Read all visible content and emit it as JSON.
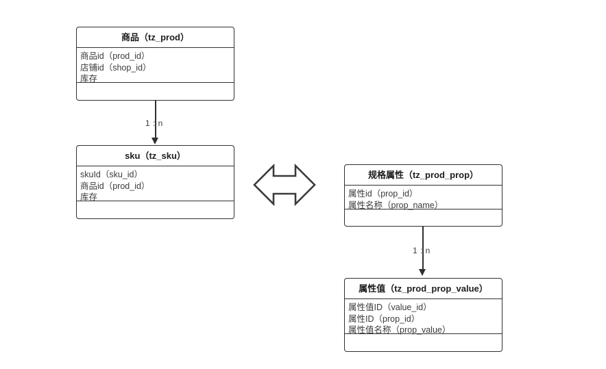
{
  "diagram": {
    "title_visible": false,
    "background_color": "#ffffff",
    "line_color": "#2f2f2f",
    "text_color": "#3a3a3a",
    "entities": [
      {
        "id": "tz_prod",
        "header_cjk": "商品",
        "header_code": "（tz_prod）",
        "attributes": [
          "商品id（prod_id）",
          "店铺id（shop_id）",
          "库存"
        ]
      },
      {
        "id": "tz_sku",
        "header_cjk": "sku",
        "header_code": "（tz_sku）",
        "attributes": [
          "skuId（sku_id）",
          "商品id（prod_id）",
          "库存"
        ]
      },
      {
        "id": "tz_prod_prop",
        "header_cjk": "规格属性",
        "header_code": "（tz_prod_prop）",
        "attributes": [
          "属性id（prop_id）",
          "属性名称（prop_name）"
        ]
      },
      {
        "id": "tz_prod_prop_value",
        "header_cjk": "属性值",
        "header_code": "（tz_prod_prop_value）",
        "attributes": [
          "属性值ID（value_id）",
          "属性ID（prop_id）",
          "属性值名称（prop_value）"
        ]
      }
    ],
    "relations": [
      {
        "id": "prod-to-sku",
        "label": "1 : n",
        "from": "tz_prod",
        "to": "tz_sku",
        "kind": "one-to-many-arrow"
      },
      {
        "id": "prop-to-prop-value",
        "label": "1 : n",
        "from": "tz_prod_prop",
        "to": "tz_prod_prop_value",
        "kind": "one-to-many-arrow"
      },
      {
        "id": "sku-to-prop",
        "label": "",
        "from": "tz_sku",
        "to": "tz_prod_prop",
        "kind": "bidirectional-double-arrow"
      }
    ]
  }
}
